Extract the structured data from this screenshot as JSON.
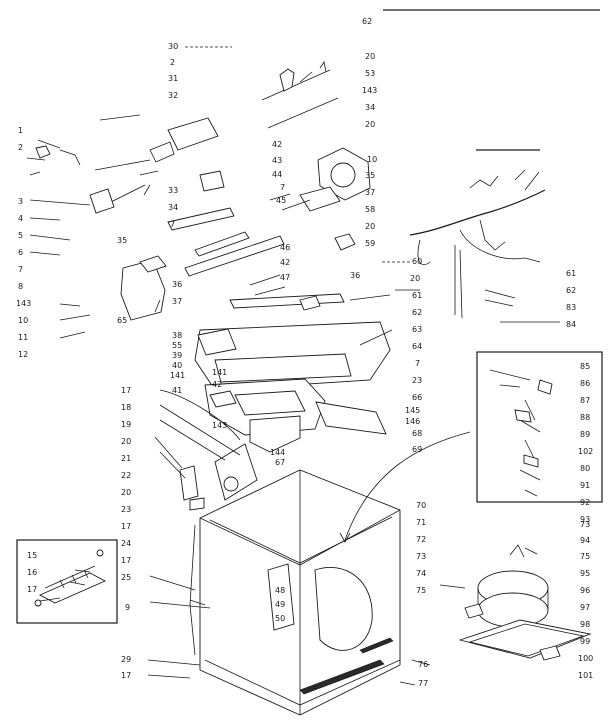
{
  "diagram": {
    "labels": {
      "l62_top": "62",
      "l30": "30",
      "l2a": "2",
      "l31": "31",
      "l32": "32",
      "l20a": "20",
      "l53": "53",
      "l143a": "143",
      "l34a": "34",
      "l20b": "20",
      "l1": "1",
      "l2b": "2",
      "l3": "3",
      "l4": "4",
      "l5": "5",
      "l6": "6",
      "l7a": "7",
      "l8": "8",
      "l143b": "143",
      "l10a": "10",
      "l11": "11",
      "l12": "12",
      "l33": "33",
      "l34b": "34",
      "l7b": "7",
      "l42a": "42",
      "l43": "43",
      "l44": "44",
      "l7c": "7",
      "l45": "45",
      "l10b": "10",
      "l35a": "35",
      "l37a": "37",
      "l58": "58",
      "l20c": "20",
      "l59": "59",
      "l35b": "35",
      "l36a": "36",
      "l37b": "37",
      "l65": "65",
      "l46": "46",
      "l42b": "42",
      "l47": "47",
      "l36b": "36",
      "l60": "60",
      "l20d": "20",
      "l61a": "61",
      "l62a": "62",
      "l63": "63",
      "l64": "64",
      "l7d": "7",
      "l23a": "23",
      "l66": "66",
      "l145": "145",
      "l146": "146",
      "l68": "68",
      "l69": "69",
      "l38": "38",
      "l55": "55",
      "l39": "39",
      "l40": "40",
      "l141a": "141",
      "l41": "41",
      "l141b": "141",
      "l42c": "42",
      "l143c": "143",
      "l144": "144",
      "l67": "67",
      "l61b": "61",
      "l62b": "62",
      "l83": "83",
      "l84": "84",
      "l85": "85",
      "l86": "86",
      "l87": "87",
      "l88": "88",
      "l89": "89",
      "l102": "102",
      "l80": "80",
      "l91": "91",
      "l92": "92",
      "l93": "93",
      "l17a": "17",
      "l18": "18",
      "l19": "19",
      "l20e": "20",
      "l21": "21",
      "l22": "22",
      "l20f": "20",
      "l23b": "23",
      "l17b": "17",
      "l24": "24",
      "l17c": "17",
      "l25": "25",
      "l9": "9",
      "l15": "15",
      "l16": "16",
      "l17d": "17",
      "l70": "70",
      "l71": "71",
      "l72": "72",
      "l73a": "73",
      "l74": "74",
      "l75a": "75",
      "l48": "48",
      "l49": "49",
      "l50": "50",
      "l73b": "73",
      "l94": "94",
      "l75b": "75",
      "l95": "95",
      "l96": "96",
      "l97": "97",
      "l98": "98",
      "l99": "99",
      "l100": "100",
      "l101": "101",
      "l29": "29",
      "l17e": "17",
      "l76": "76",
      "l77": "77"
    }
  }
}
